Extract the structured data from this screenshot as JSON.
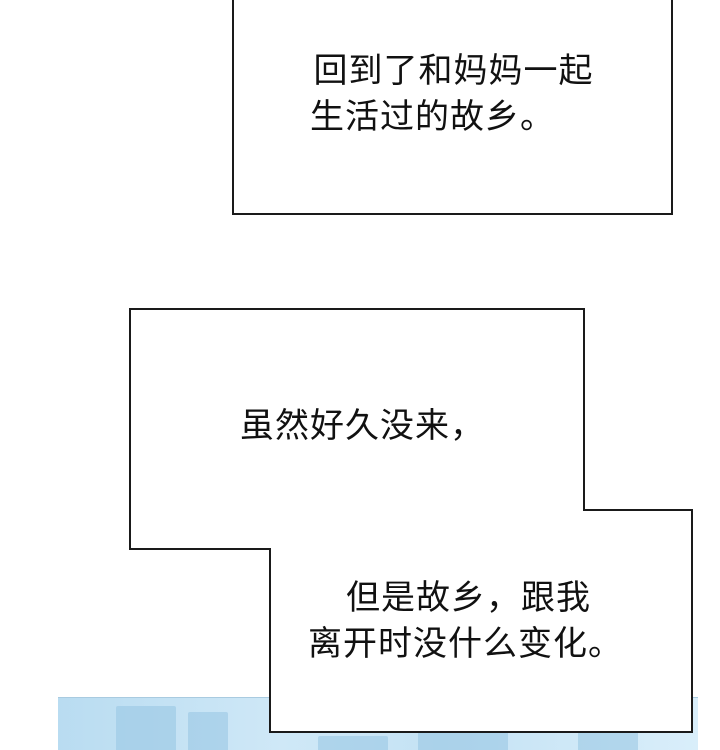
{
  "captions": {
    "top_box": {
      "line1": "回到了和妈妈一起",
      "line2": "生活过的故乡。"
    },
    "middle_box": {
      "line1": "虽然好久没来，"
    },
    "bottom_box": {
      "line1": "但是故乡，跟我",
      "line2": "离开时没什么变化。"
    }
  },
  "colors": {
    "ink": "#1a1a1a",
    "paper": "#ffffff",
    "panel_tint": "#c4e2f4"
  }
}
